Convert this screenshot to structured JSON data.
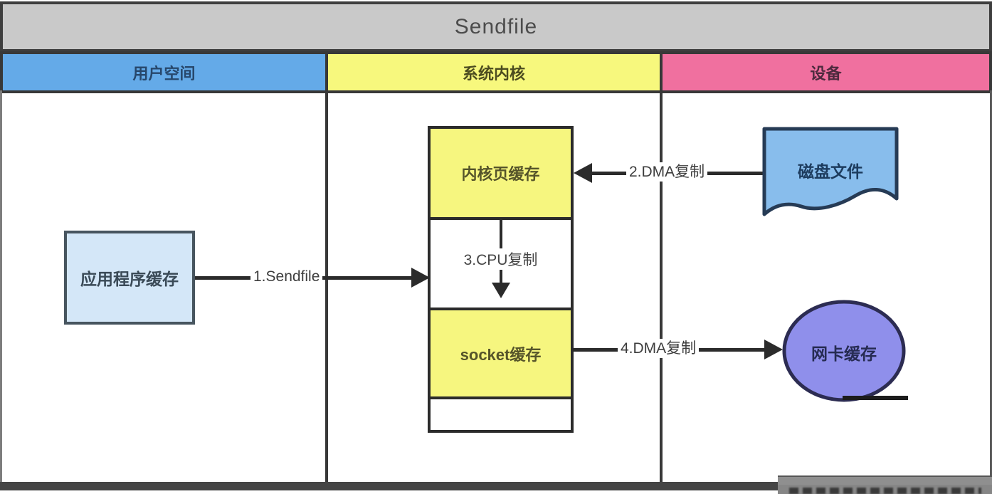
{
  "title": "Sendfile",
  "lanes": [
    {
      "id": "user-space",
      "label": "用户空间",
      "color": "#64aae8"
    },
    {
      "id": "kernel",
      "label": "系统内核",
      "color": "#f7f87d"
    },
    {
      "id": "device",
      "label": "设备",
      "color": "#f0709f"
    }
  ],
  "nodes": {
    "app_buffer": {
      "label": "应用程序缓存",
      "fill": "#d4e7f8"
    },
    "kernel_page_cache": {
      "label": "内核页缓存",
      "fill": "#f6f67f"
    },
    "socket_buffer": {
      "label": "socket缓存",
      "fill": "#f6f67f"
    },
    "disk_file": {
      "label": "磁盘文件",
      "fill": "#88bdec",
      "shape": "document"
    },
    "nic_buffer": {
      "label": "网卡缓存",
      "fill": "#8f8feb",
      "shape": "ellipse"
    }
  },
  "arrows": {
    "sendfile": {
      "label": "1.Sendfile",
      "from": "app_buffer",
      "to": "kernel_stack",
      "direction": "right"
    },
    "dma_copy_in": {
      "label": "2.DMA复制",
      "from": "disk_file",
      "to": "kernel_page_cache",
      "direction": "left"
    },
    "cpu_copy": {
      "label": "3.CPU复制",
      "from": "kernel_page_cache",
      "to": "socket_buffer",
      "direction": "down"
    },
    "dma_copy_out": {
      "label": "4.DMA复制",
      "from": "socket_buffer",
      "to": "nic_buffer",
      "direction": "right"
    }
  },
  "colors": {
    "title_bar_bg": "#c9c9c9",
    "line": "#2b2b2b",
    "frame": "#383838",
    "lane_user_bg": "#64aae8",
    "lane_kernel_bg": "#f7f87d",
    "lane_device_bg": "#f0709f"
  }
}
